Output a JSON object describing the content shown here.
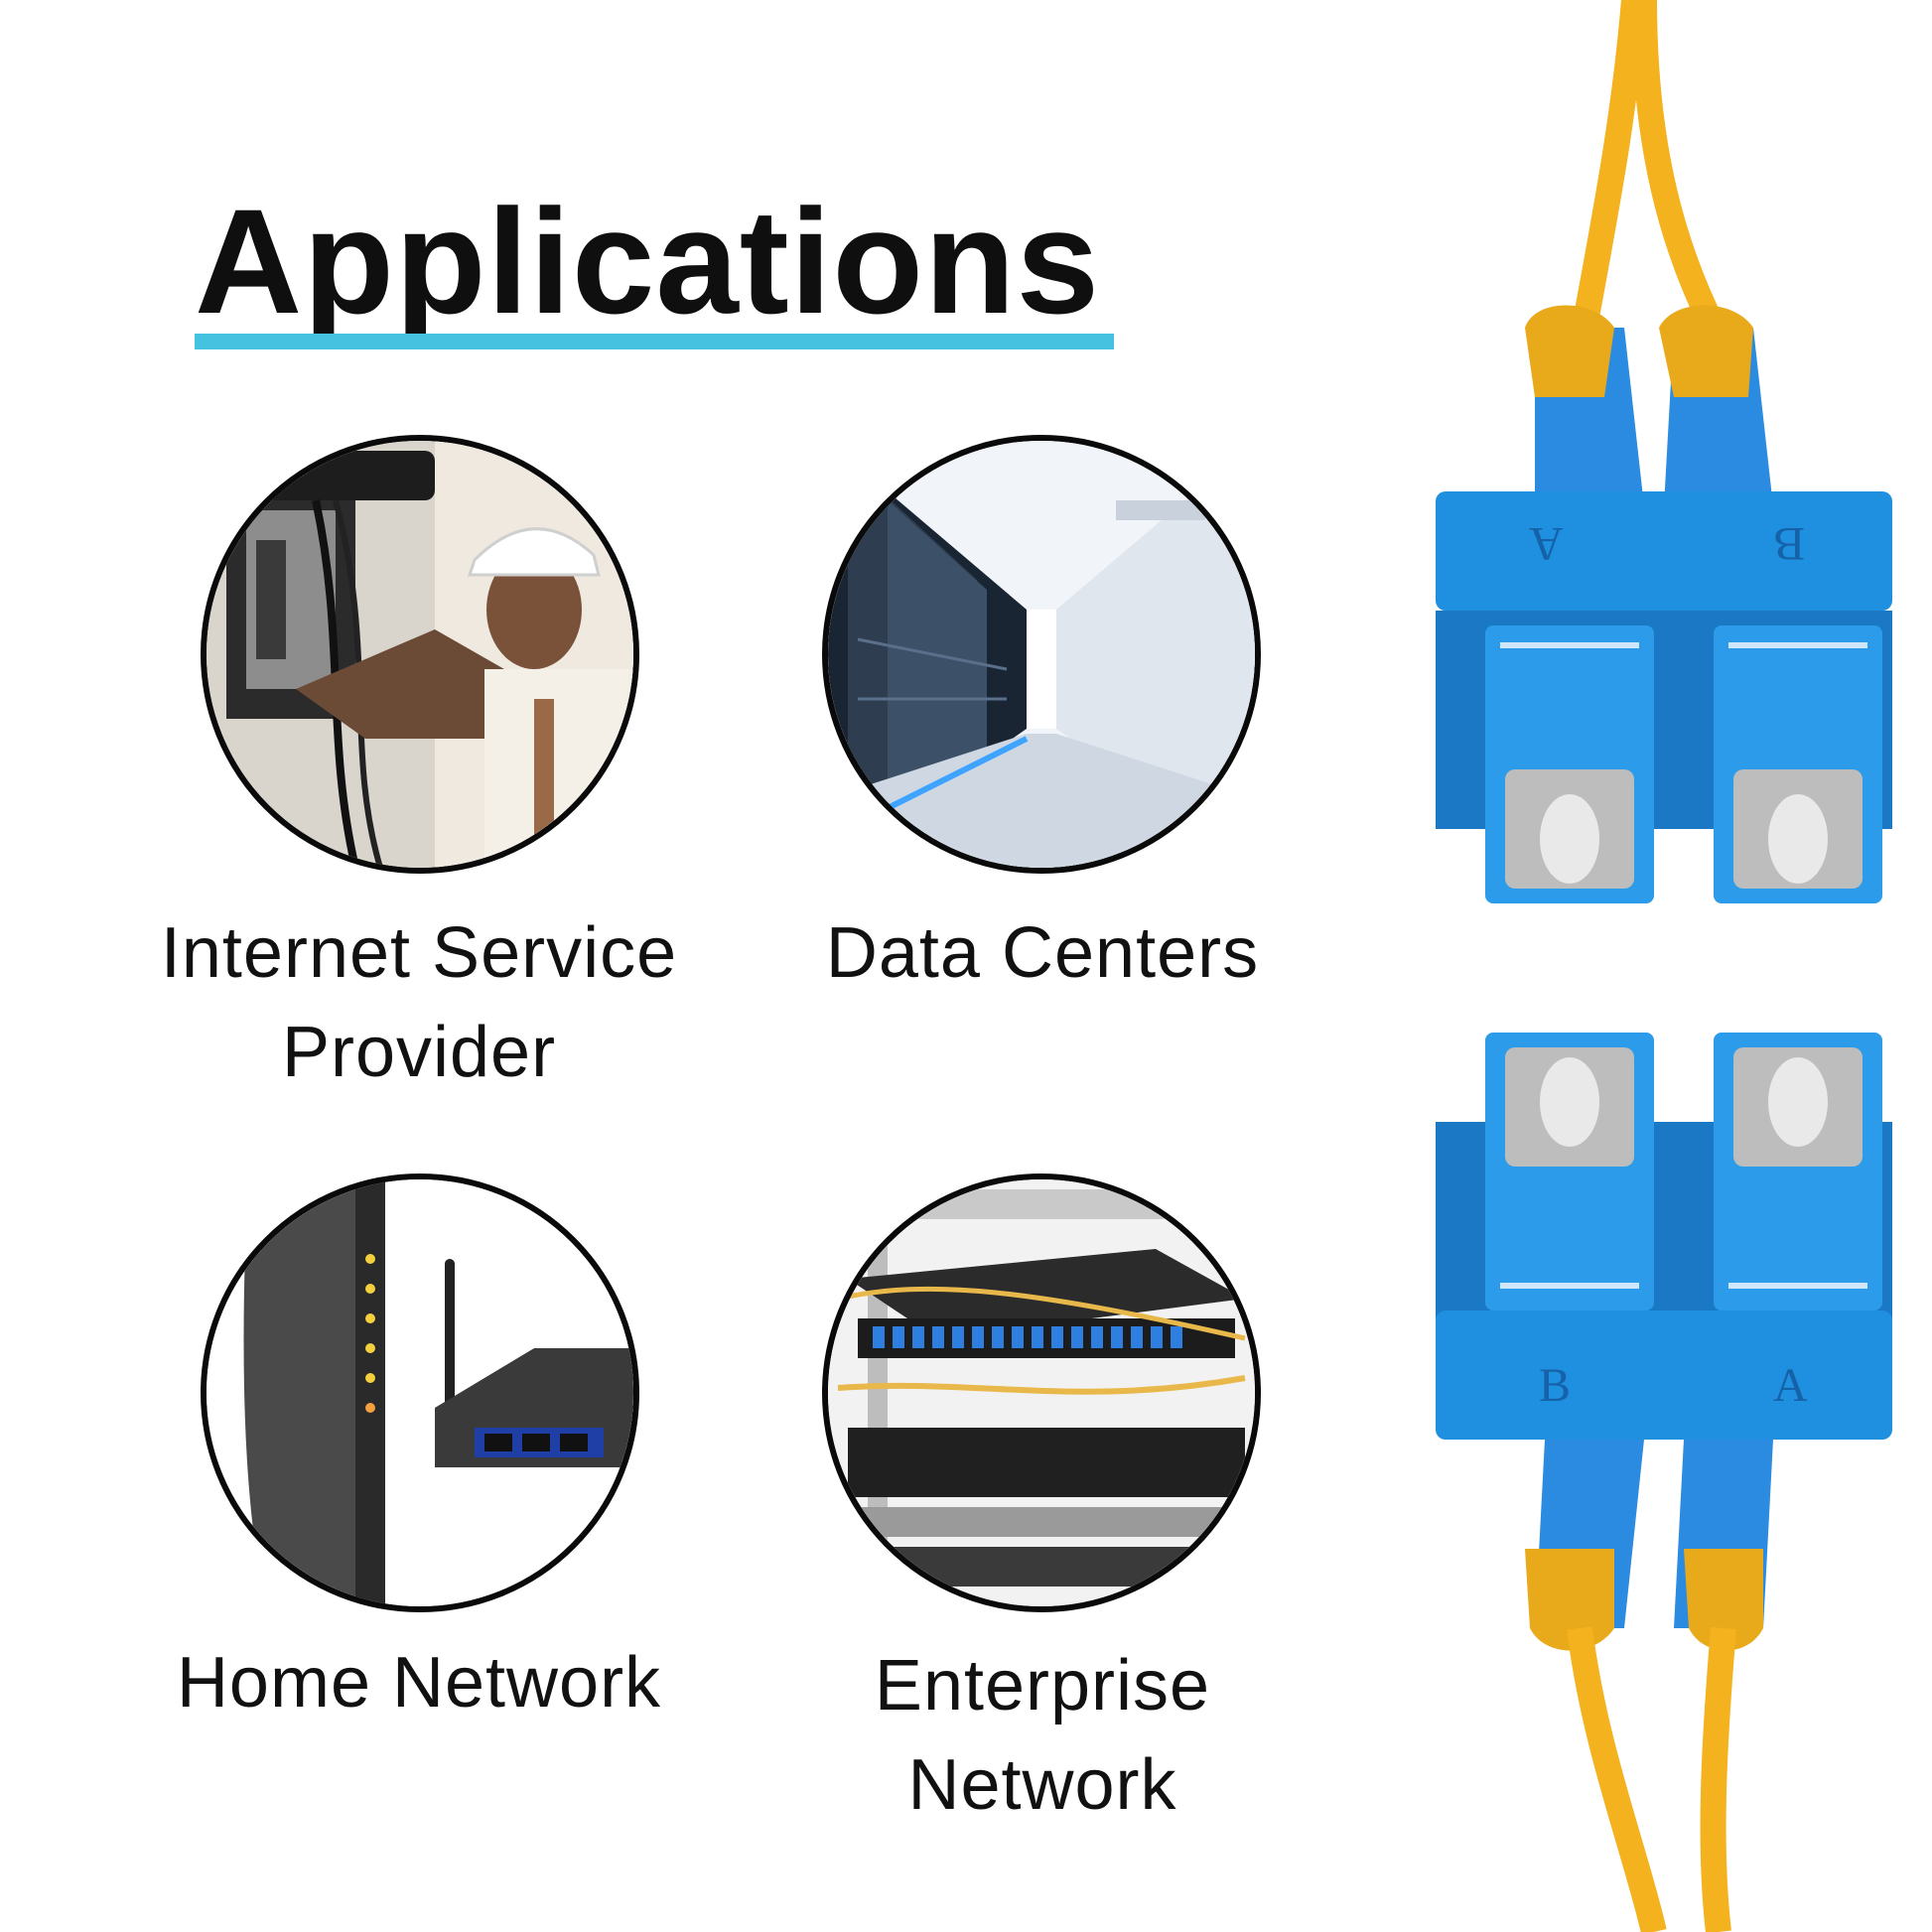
{
  "heading": {
    "title": "Applications"
  },
  "colors": {
    "accent_underline": "#45c2e0",
    "connector_blue": "#1f8fe0",
    "fiber_yellow": "#f3b21e",
    "ferrule_gray": "#c9c9c9"
  },
  "applications": [
    {
      "label_line1": "Internet Service",
      "label_line2": "Provider",
      "icon": "technician-photo"
    },
    {
      "label_line1": "Data Centers",
      "label_line2": "",
      "icon": "server-racks-photo"
    },
    {
      "label_line1": "Home Network",
      "label_line2": "",
      "icon": "modem-router-photo"
    },
    {
      "label_line1": "Enterprise",
      "label_line2": "Network",
      "icon": "patch-panel-photo"
    }
  ],
  "product": {
    "icon": "sc-duplex-fiber-connector",
    "connector_top": {
      "port_left": "A",
      "port_right": "B"
    },
    "connector_bottom": {
      "port_left": "B",
      "port_right": "A"
    }
  }
}
